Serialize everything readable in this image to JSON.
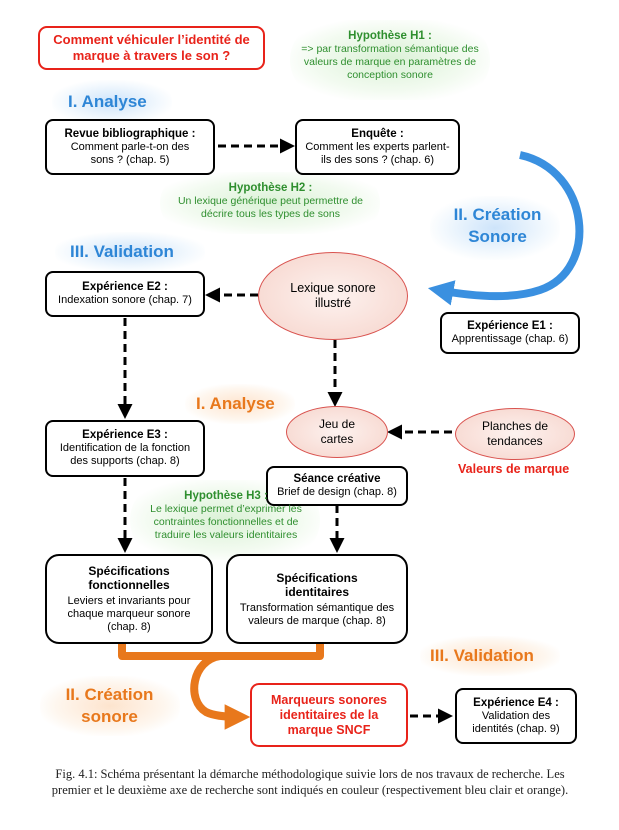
{
  "question": "Comment véhiculer l’identité de marque à travers le son ?",
  "phases": {
    "analyse1": "I. Analyse",
    "creation1": "II. Création Sonore",
    "validation1": "III. Validation",
    "analyse2": "I. Analyse",
    "creation2": "II. Création sonore",
    "validation2": "III. Validation"
  },
  "hypotheses": {
    "h1": {
      "title": "Hypothèse H1 :",
      "text": "=> par transformation sémantique des valeurs de marque en paramètres de conception sonore"
    },
    "h2": {
      "title": "Hypothèse H2 :",
      "text": "Un lexique générique peut permettre de décrire tous les types de sons"
    },
    "h3": {
      "title": "Hypothèse H3 :",
      "text": "Le lexique permet d’exprimer les contraintes fonctionnelles et de traduire les valeurs identitaires"
    }
  },
  "boxes": {
    "revue": {
      "title": "Revue bibliographique :",
      "text": "Comment parle-t-on des sons ? (chap. 5)"
    },
    "enquete": {
      "title": "Enquête :",
      "text": "Comment les experts parlent-ils des sons ? (chap. 6)"
    },
    "e2": {
      "title": "Expérience E2 :",
      "text": "Indexation sonore (chap. 7)"
    },
    "e1": {
      "title": "Expérience E1 :",
      "text": "Apprentissage (chap. 6)"
    },
    "e3": {
      "title": "Expérience E3 :",
      "text": "Identification de la fonction des supports (chap. 8)"
    },
    "seance": {
      "title": "Séance créative",
      "text": "Brief de design (chap. 8)"
    },
    "specf": {
      "title": "Spécifications fonctionnelles",
      "text": "Leviers et invariants pour chaque marqueur sonore (chap. 8)"
    },
    "speci": {
      "title": "Spécifications identitaires",
      "text": "Transformation sémantique des valeurs de marque (chap. 8)"
    },
    "marqueurs": {
      "text": "Marqueurs sonores identitaires de la marque SNCF"
    },
    "e4": {
      "title": "Expérience E4 :",
      "text": "Validation des identités (chap. 9)"
    }
  },
  "ellipses": {
    "lexique": "Lexique sonore illustré",
    "jeu": "Jeu de cartes",
    "planches": "Planches de tendances"
  },
  "valeurs_label": "Valeurs de marque",
  "caption": "Fig. 4.1: Schéma présentant la démarche méthodologique suivie lors de nos travaux de recherche. Les premier et le deuxième axe de recherche sont indiqués en couleur (respectivement bleu clair et orange).",
  "colors": {
    "blue": "#2e86d6",
    "orange": "#e8781c",
    "green": "#2f8f2f",
    "red": "#e8231a"
  }
}
